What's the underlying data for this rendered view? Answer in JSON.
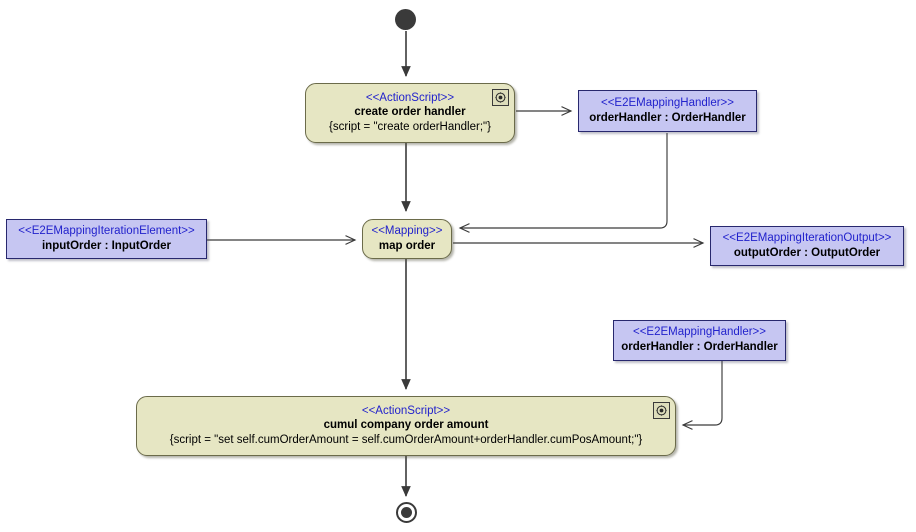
{
  "diagram": {
    "type": "uml-activity-diagram",
    "title": "",
    "colors": {
      "action_fill": "#e6e6c3",
      "action_border": "#6b6b4a",
      "object_fill": "#c6c6f2",
      "object_border": "#28286e",
      "stereotype_text": "#2222cc",
      "edge": "#3a3a3a",
      "node_marker": "#3a3a3a",
      "background": "#ffffff"
    },
    "nodes": {
      "start": {
        "kind": "initial-node",
        "label": ""
      },
      "create_order_handler": {
        "kind": "action",
        "stereotype": "<<ActionScript>>",
        "name": "create order handler",
        "body": "{script = \"create orderHandler;\"}",
        "badge": "gear-icon"
      },
      "order_handler_top": {
        "kind": "object",
        "stereotype": "<<E2EMappingHandler>>",
        "name": "orderHandler : OrderHandler"
      },
      "input_order": {
        "kind": "object",
        "stereotype": "<<E2EMappingIterationElement>>",
        "name": "inputOrder : InputOrder"
      },
      "map_order": {
        "kind": "action",
        "stereotype": "<<Mapping>>",
        "name": "map order",
        "body": ""
      },
      "output_order": {
        "kind": "object",
        "stereotype": "<<E2EMappingIterationOutput>>",
        "name": "outputOrder : OutputOrder"
      },
      "order_handler_bottom": {
        "kind": "object",
        "stereotype": "<<E2EMappingHandler>>",
        "name": "orderHandler : OrderHandler"
      },
      "cumul_company_order_amount": {
        "kind": "action",
        "stereotype": "<<ActionScript>>",
        "name": "cumul company order amount",
        "body": "{script = \"set self.cumOrderAmount = self.cumOrderAmount+orderHandler.cumPosAmount;\"}",
        "badge": "gear-icon"
      },
      "end": {
        "kind": "final-node",
        "label": ""
      }
    },
    "edges": [
      {
        "from": "start",
        "to": "create_order_handler",
        "label": ""
      },
      {
        "from": "create_order_handler",
        "to": "order_handler_top",
        "label": ""
      },
      {
        "from": "create_order_handler",
        "to": "map_order",
        "label": ""
      },
      {
        "from": "order_handler_top",
        "to": "map_order",
        "label": ""
      },
      {
        "from": "input_order",
        "to": "map_order",
        "label": ""
      },
      {
        "from": "map_order",
        "to": "output_order",
        "label": ""
      },
      {
        "from": "map_order",
        "to": "cumul_company_order_amount",
        "label": ""
      },
      {
        "from": "order_handler_bottom",
        "to": "cumul_company_order_amount",
        "label": ""
      },
      {
        "from": "cumul_company_order_amount",
        "to": "end",
        "label": ""
      }
    ]
  }
}
